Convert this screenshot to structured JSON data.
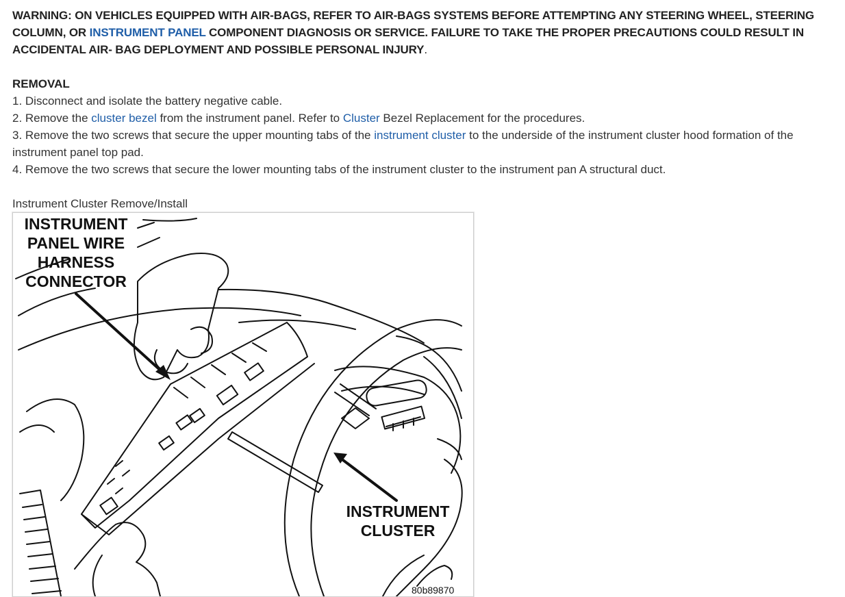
{
  "warning": {
    "part1": "WARNING: ON VEHICLES EQUIPPED WITH AIR-BAGS, REFER TO AIR-BAGS SYSTEMS BEFORE ATTEMPTING ANY STEERING WHEEL, STEERING COLUMN, OR ",
    "link": "INSTRUMENT PANEL",
    "part2": " COMPONENT DIAGNOSIS OR SERVICE. FAILURE TO TAKE THE PROPER PRECAUTIONS COULD RESULT IN ACCIDENTAL AIR- BAG DEPLOYMENT AND POSSIBLE PERSONAL INJURY",
    "end": "."
  },
  "removal": {
    "heading": "REMOVAL",
    "step1": " 1. Disconnect and isolate the battery negative cable.",
    "step2": {
      "a": " 2. Remove the ",
      "link1": "cluster bezel",
      "b": " from the instrument panel. Refer to ",
      "link2": "Cluster",
      "c": " Bezel Replacement for the procedures."
    },
    "step3": {
      "a": " 3. Remove the two screws that secure the upper mounting tabs of the ",
      "link": "instrument cluster",
      "b": " to the underside of the instrument cluster hood formation of the instrument panel top pad."
    },
    "step4": " 4. Remove the two screws that secure the lower mounting tabs of the instrument cluster to the instrument pan A structural duct."
  },
  "figure": {
    "caption": "Instrument Cluster Remove/Install",
    "label_connector": [
      "INSTRUMENT",
      "PANEL WIRE",
      "HARNESS",
      "CONNECTOR"
    ],
    "label_cluster": [
      "INSTRUMENT",
      "CLUSTER"
    ],
    "code": "80b89870"
  },
  "colors": {
    "link": "#1f5ea8",
    "text": "#333333"
  }
}
